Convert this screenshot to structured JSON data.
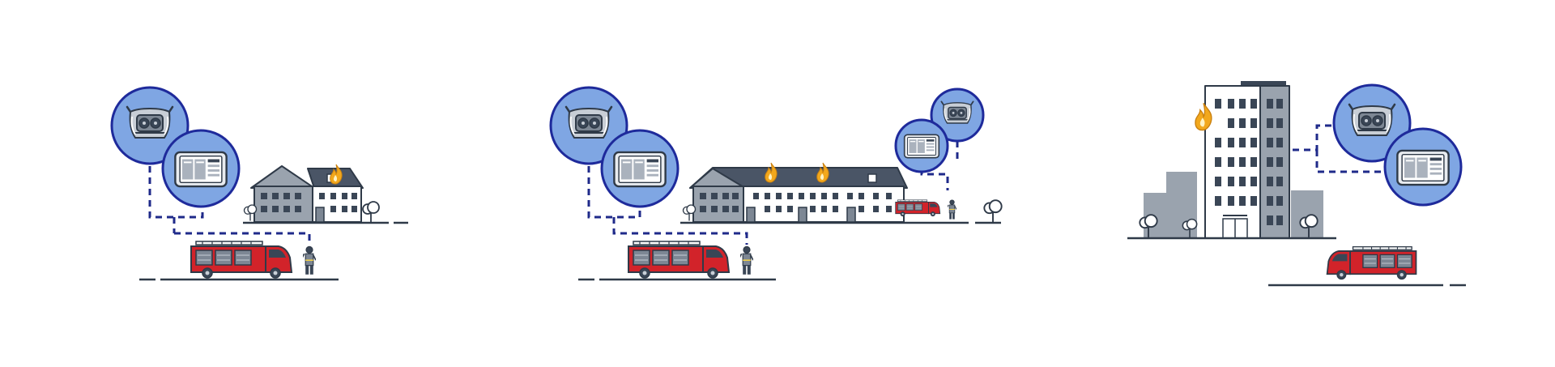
{
  "scenes": [
    {
      "id": "scene-house",
      "flame_count": 1,
      "device_count": 2
    },
    {
      "id": "scene-row-house",
      "flame_count": 2,
      "device_count": 4
    },
    {
      "id": "scene-high-rise",
      "flame_count": 1,
      "device_count": 2
    }
  ],
  "colors": {
    "device_circle_fill": "#7fa6e3",
    "device_circle_ring": "#1e2a9b",
    "connection_line": "#1f2a8a",
    "building_gray": "#9aa3ae",
    "roof": "#4a5566",
    "truck_red": "#d2232a",
    "flame": "#f2a81d",
    "ground_line": "#2f3a48"
  },
  "icons": [
    "cooling-fan-device-icon",
    "tablet-device-icon",
    "fire-truck-icon",
    "firefighter-icon",
    "flame-icon",
    "tree-icon",
    "house-icon",
    "high-rise-icon"
  ]
}
